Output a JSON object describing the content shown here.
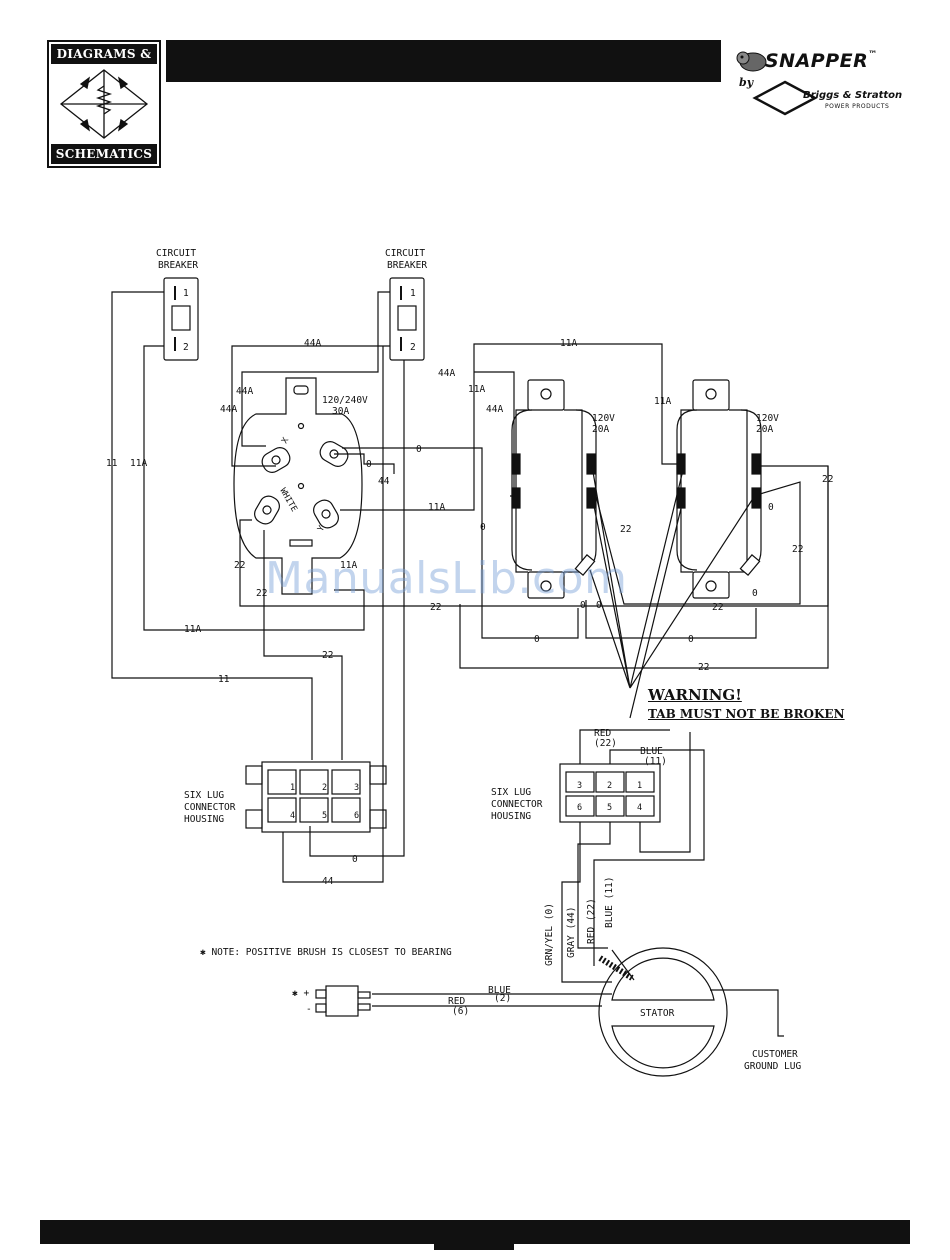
{
  "header": {
    "logo_top": "DIAGRAMS &",
    "logo_bottom": "SCHEMATICS",
    "brand": "SNAPPER",
    "brand_mark": "™",
    "by": "by",
    "partner": "Briggs & Stratton",
    "partner_sub": "POWER PRODUCTS"
  },
  "labels": {
    "breaker_left": [
      "CIRCUIT",
      "BREAKER"
    ],
    "breaker_right": [
      "CIRCUIT",
      "BREAKER"
    ],
    "breaker_pins": [
      "1",
      "2"
    ],
    "receptacle_main": [
      "120/240V",
      "30A"
    ],
    "receptacle_a": [
      "120V",
      "20A"
    ],
    "receptacle_b": [
      "120V",
      "20A"
    ],
    "receptacle_terms": [
      "X",
      "WHITE",
      "Y"
    ],
    "six_lug_left": [
      "SIX LUG",
      "CONNECTOR",
      "HOUSING"
    ],
    "six_lug_right": [
      "SIX LUG",
      "CONNECTOR",
      "HOUSING"
    ],
    "lug_numbers_top": [
      "1",
      "2",
      "3"
    ],
    "lug_numbers_bottom": [
      "4",
      "5",
      "6"
    ],
    "lug_numbers_right_top": [
      "3",
      "2",
      "1"
    ],
    "lug_numbers_right_bottom": [
      "6",
      "5",
      "4"
    ],
    "wire_red_top": [
      "RED",
      "(22)"
    ],
    "wire_blue_top": [
      "BLUE",
      "(11)"
    ],
    "stator_wires": [
      "GRN/YEL (0)",
      "GRAY (44)",
      "RED (22)",
      "BLUE (11)"
    ],
    "stator": "STATOR",
    "customer_ground": [
      "CUSTOMER",
      "GROUND LUG"
    ],
    "brush_note": "✱ NOTE: POSITIVE BRUSH IS CLOSEST TO BEARING",
    "brush_plus": "✱ +",
    "brush_minus": "-",
    "brush_blue": [
      "BLUE",
      "(2)"
    ],
    "brush_red": [
      "RED",
      "(6)"
    ]
  },
  "wire_numbers": {
    "w44a_top": "44A",
    "w44a_mid": "44A",
    "w44a_left1": "44A",
    "w44a_left2": "44A",
    "w44a_right": "44A",
    "w11a_top": "11A",
    "w11a_left": "11A",
    "w11a_bottom": "11A",
    "w11a_recept": "11A",
    "w11a_mid": "11A",
    "w11a_b": "11A",
    "w11a_low": "11A",
    "w11_left": "11",
    "w11_bottom": "11",
    "w0_a": "0",
    "w0_b": "0",
    "w0_c": "0",
    "w0_d": "0",
    "w0_e": "0",
    "w0_f": "0",
    "w0_g": "0",
    "w0_h": "0",
    "w0_i": "0",
    "w0_j": "0",
    "w22_a": "22",
    "w22_b": "22",
    "w22_c": "22",
    "w22_d": "22",
    "w22_e": "22",
    "w22_f": "22",
    "w22_g": "22",
    "w22_h": "22",
    "w22_i": "22",
    "w44_a": "44",
    "w44_b": "44"
  },
  "warning": {
    "title": "WARNING!",
    "subtitle": "TAB MUST NOT BE BROKEN"
  },
  "watermark": "ManualsLib.com"
}
